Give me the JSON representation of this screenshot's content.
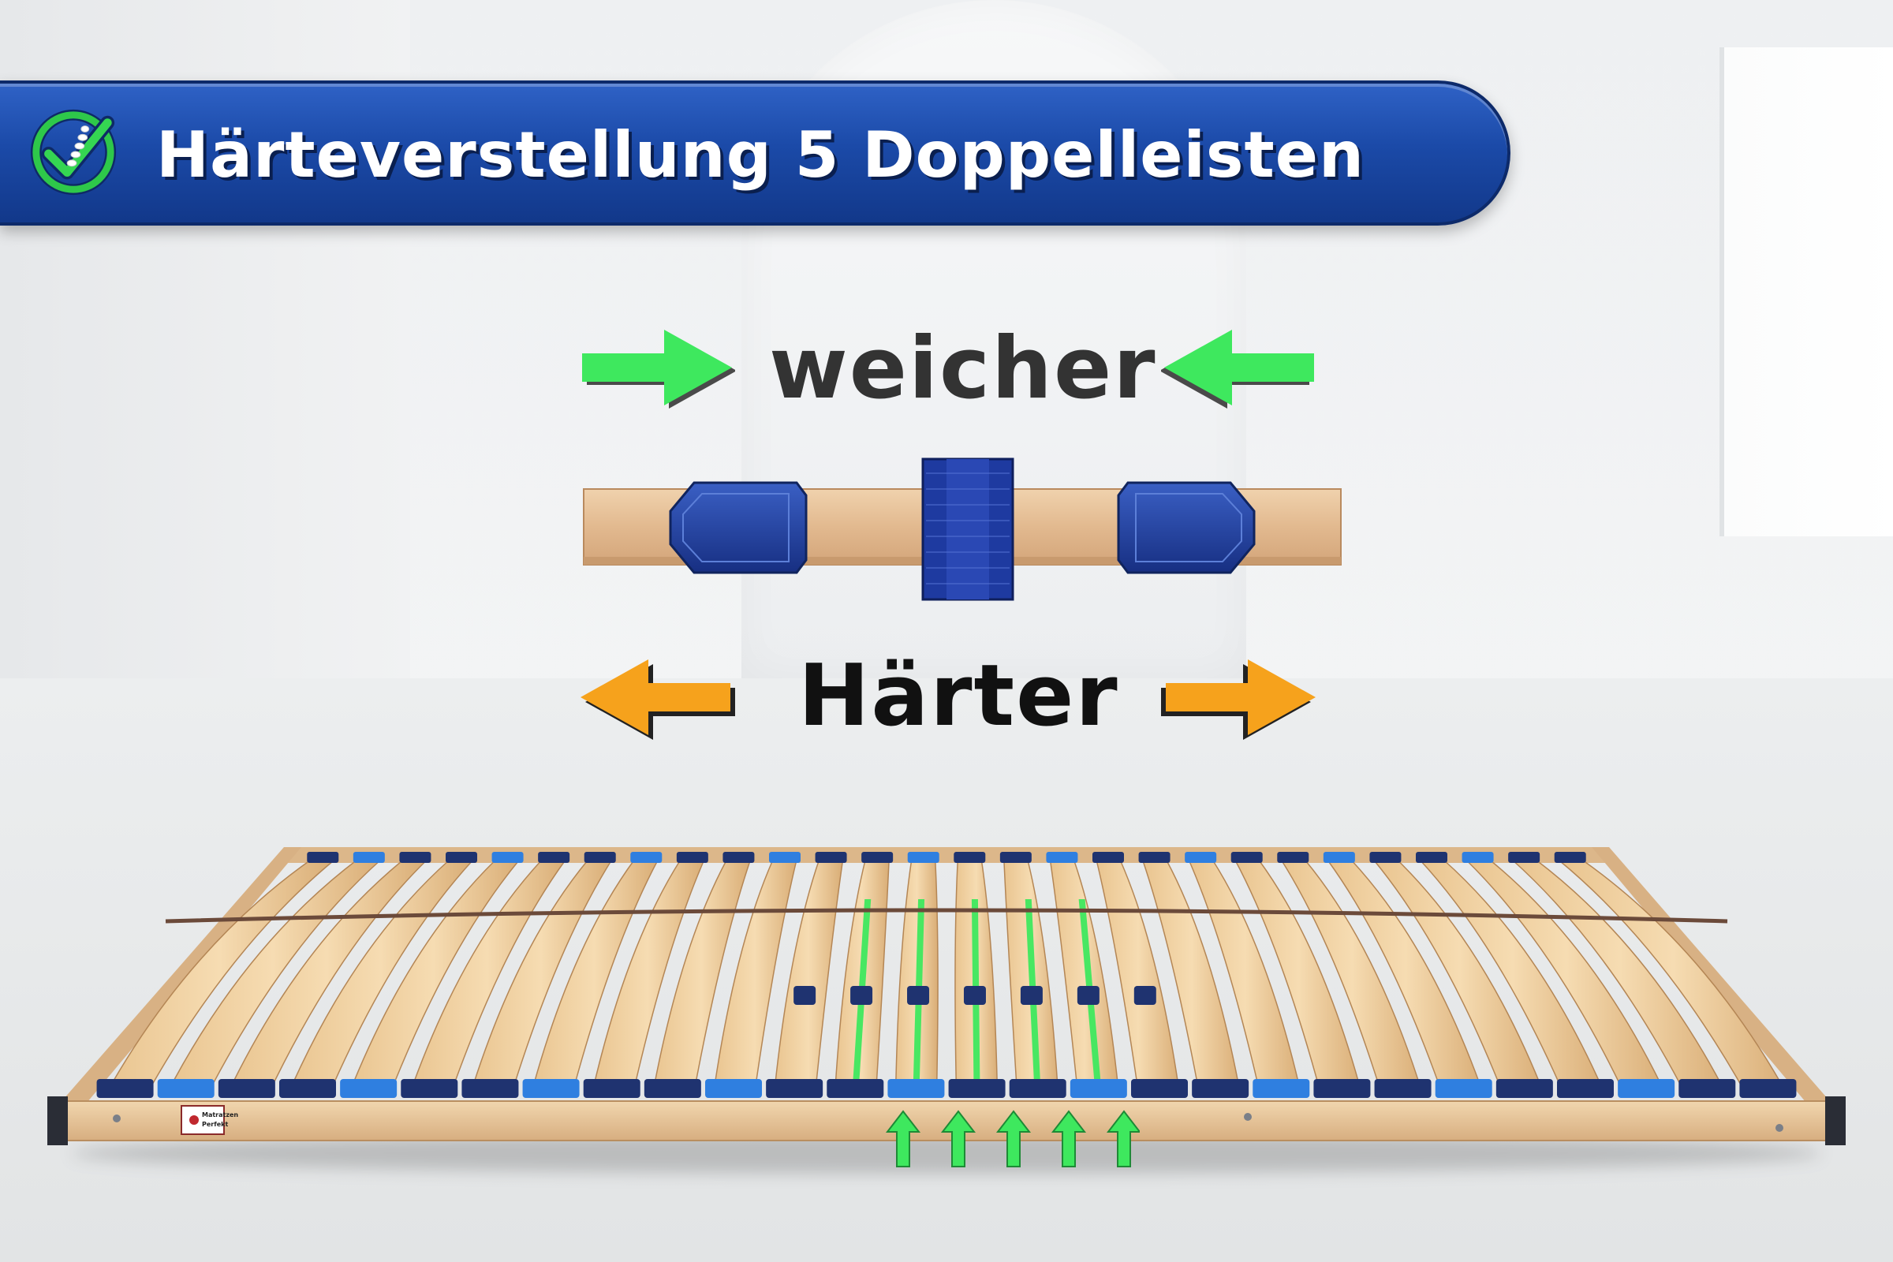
{
  "banner": {
    "title": "Härteverstellung 5 Doppelleisten",
    "icon": "check-spine-icon",
    "colors": {
      "bar": "#1b4aa8",
      "check": "#2ec84a"
    }
  },
  "diagram": {
    "softer_label": "weicher",
    "harder_label": "Härter",
    "colors": {
      "softer_arrow": "#3ee85e",
      "harder_arrow": "#f6a21c",
      "clip": "#1f3f9c",
      "wood": "#e6c29c"
    }
  },
  "slatbed": {
    "brand": "Matratzen Perfekt",
    "highlight_slats": 5
  }
}
